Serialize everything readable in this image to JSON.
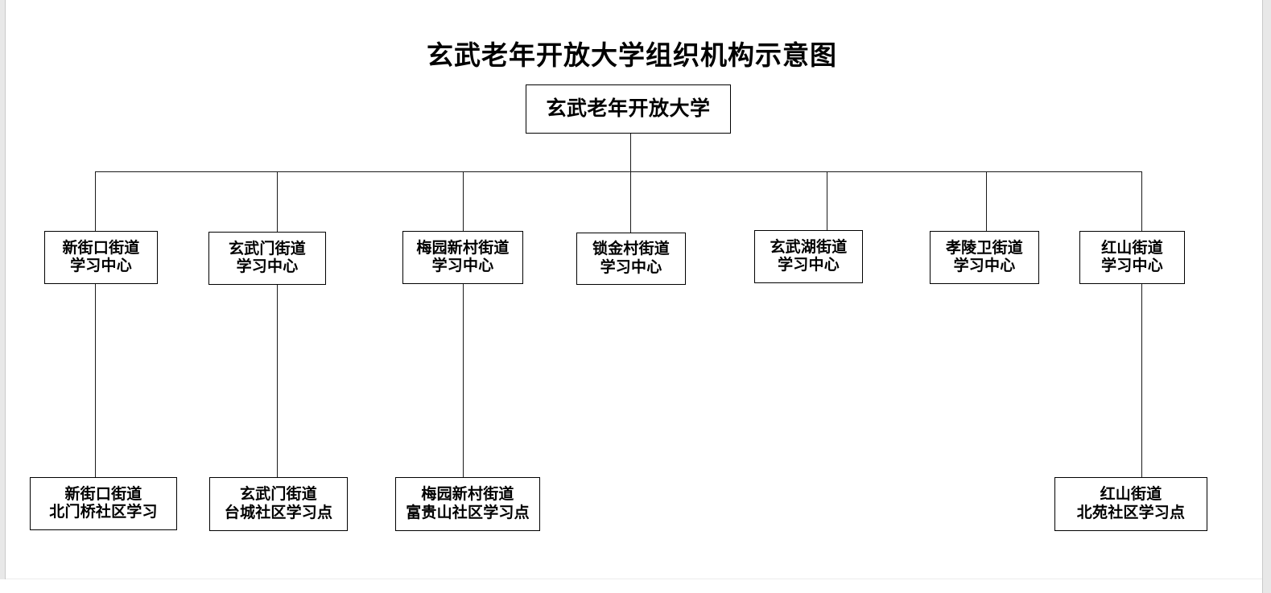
{
  "document": {
    "title": "玄武老年开放大学组织机构示意图",
    "type": "organization-chart",
    "background_color": "#ffffff",
    "line_color": "#1a1a1a",
    "box_border_color": "#000000",
    "text_color": "#000000"
  },
  "chart_data": {
    "type": "diagram",
    "title": "玄武老年开放大学组织机构示意图",
    "root": {
      "label": "玄武老年开放大学"
    },
    "level_2": [
      {
        "line1": "新街口街道",
        "line2": "学习中心"
      },
      {
        "line1": "玄武门街道",
        "line2": "学习中心"
      },
      {
        "line1": "梅园新村街道",
        "line2": "学习中心"
      },
      {
        "line1": "锁金村街道",
        "line2": "学习中心"
      },
      {
        "line1": "玄武湖街道",
        "line2": "学习中心"
      },
      {
        "line1": "孝陵卫街道",
        "line2": "学习中心"
      },
      {
        "line1": "红山街道",
        "line2": "学习中心"
      }
    ],
    "level_3": [
      {
        "line1": "新街口街道",
        "line2": "北门桥社区学习",
        "parent": "新街口街道学习中心"
      },
      {
        "line1": "玄武门街道",
        "line2": "台城社区学习点",
        "parent": "玄武门街道学习中心"
      },
      {
        "line1": "梅园新村街道",
        "line2": "富贵山社区学习点",
        "parent": "梅园新村街道学习中心"
      },
      {
        "line1": "红山街道",
        "line2": "北苑社区学习点",
        "parent": "红山街道学习中心"
      }
    ]
  }
}
